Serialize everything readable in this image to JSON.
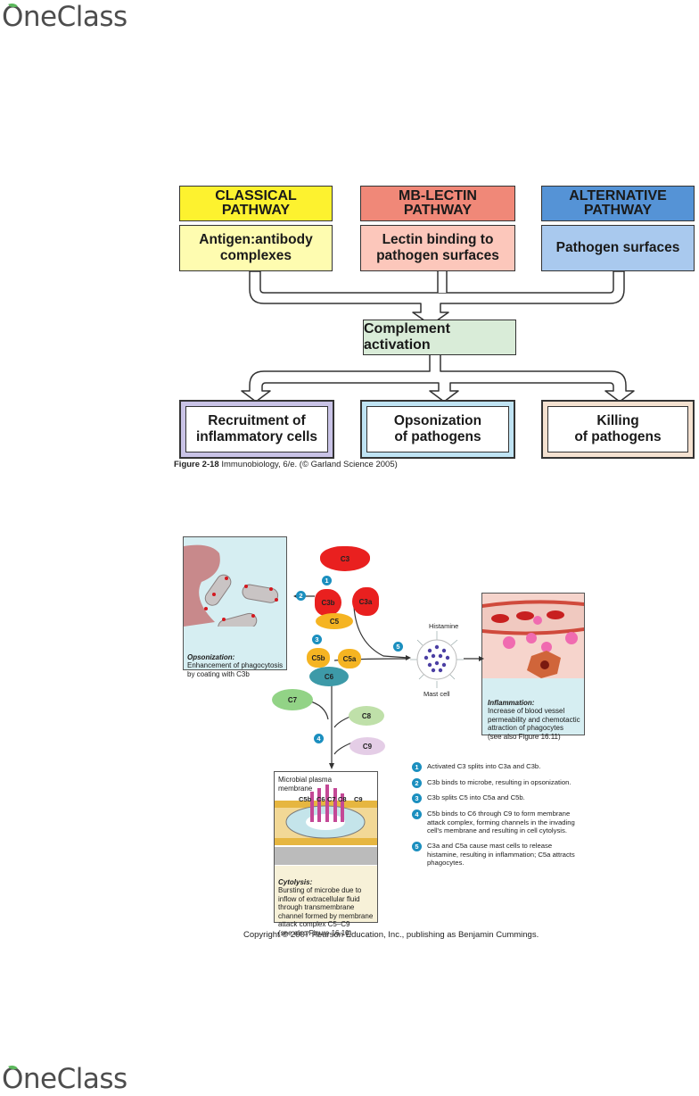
{
  "header_logo": {
    "text": "OneClass"
  },
  "footer_logo": {
    "text": "OneClass"
  },
  "figure1": {
    "pathways": [
      {
        "title": "CLASSICAL\nPATHWAY",
        "trigger": "Antigen:antibody\ncomplexes",
        "title_color": "#fdf22f",
        "trigger_color": "#fefcb0",
        "border_color": "#333333"
      },
      {
        "title": "MB-LECTIN\nPATHWAY",
        "trigger": "Lectin binding to\npathogen surfaces",
        "title_color": "#f08878",
        "trigger_color": "#fcc7bb",
        "border_color": "#333333"
      },
      {
        "title": "ALTERNATIVE\nPATHWAY",
        "trigger": "Pathogen surfaces",
        "title_color": "#5593d6",
        "trigger_color": "#a9c9ee",
        "border_color": "#333333"
      }
    ],
    "activation": "Complement activation",
    "outcomes": [
      {
        "label": "Recruitment of\ninflammatory cells",
        "frame_color": "#c9c3e6"
      },
      {
        "label": "Opsonization\nof pathogens",
        "frame_color": "#bfe3f3"
      },
      {
        "label": "Killing\nof pathogens",
        "frame_color": "#f4e1d0"
      }
    ],
    "caption_bold": "Figure 2-18",
    "caption_rest": " Immunobiology, 6/e. (© Garland Science 2005)"
  },
  "figure2": {
    "opsonization_panel": {
      "title": "Opsonization:",
      "text": "Enhancement of phagocytosis\nby coating with C3b"
    },
    "inflammation_panel": {
      "title": "Inflammation:",
      "text": "Increase of blood vessel\npermeability and chemotactic\nattraction of phagocytes\n(see also Figure 16.11)"
    },
    "cytolysis_panel": {
      "title": "Cytolysis:",
      "text": "Bursting of microbe due to\ninflow of extracellular fluid\nthrough transmembrane\nchannel formed by membrane\nattack complex C5–C9\n(see also Figure 16.10)",
      "membrane_label": "Microbial plasma\nmembrane"
    },
    "components": {
      "c3": "C3",
      "c3b": "C3b",
      "c3a": "C3a",
      "c5": "C5",
      "c5b": "C5b",
      "c5a": "C5a",
      "c6": "C6",
      "c7": "C7",
      "c8": "C8",
      "c9": "C9"
    },
    "histamine": "Histamine",
    "mast_cell": "Mast cell",
    "membrane_components": [
      "C5b",
      "C6",
      "C7",
      "C8",
      "C9"
    ],
    "steps": [
      {
        "num": "1",
        "text": "Activated C3 splits into C3a and C3b."
      },
      {
        "num": "2",
        "text": "C3b binds to microbe, resulting in opsonization."
      },
      {
        "num": "3",
        "text": "C3b splits C5 into C5a and C5b."
      },
      {
        "num": "4",
        "text": "C5b binds to C6 through C9 to form membrane\nattack complex, forming channels in the invading\ncell's membrane and resulting in cell cytolysis."
      },
      {
        "num": "5",
        "text": "C3a and C5a cause mast cells to release\nhistamine, resulting in inflammation; C5a attracts\nphagocytes."
      }
    ],
    "copyright": "Copyright © 2007 Pearson Education, Inc., publishing as Benjamin Cummings."
  }
}
